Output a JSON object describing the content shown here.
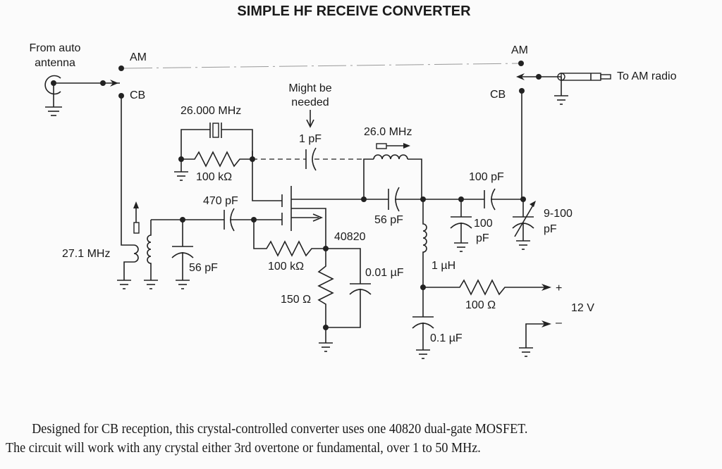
{
  "title": "SIMPLE HF RECEIVE CONVERTER",
  "labels": {
    "from_antenna_1": "From auto",
    "from_antenna_2": "antenna",
    "am_left": "AM",
    "cb_left": "CB",
    "am_right": "AM",
    "cb_right": "CB",
    "to_am_radio": "To AM radio",
    "crystal": "26.000 MHz",
    "r_crystal": "100 kΩ",
    "might_1": "Might be",
    "might_2": "needed",
    "c_1pf": "1 pF",
    "l_26": "26.0 MHz",
    "c_470": "470 pF",
    "c_56_drain": "56 pF",
    "c_100_series": "100 pF",
    "c_100_shunt_1": "100",
    "c_100_shunt_2": "pF",
    "c_trim_1": "9-100",
    "c_trim_2": "pF",
    "l_27": "27.1 MHz",
    "c_56_input": "56 pF",
    "mosfet": "40820",
    "r_gate": "100 kΩ",
    "r_source": "150 Ω",
    "c_source": "0.01 µF",
    "l_choke": "1 µH",
    "r_supply": "100 Ω",
    "c_bypass": "0.1 µF",
    "plus": "+",
    "minus": "–",
    "supply": "12 V"
  },
  "caption": {
    "line1": "Designed for CB reception, this crystal-controlled converter uses one 40820 dual-gate MOSFET.",
    "line2": "The circuit will work with any crystal either 3rd overtone or fundamental, over 1 to 50 MHz."
  }
}
